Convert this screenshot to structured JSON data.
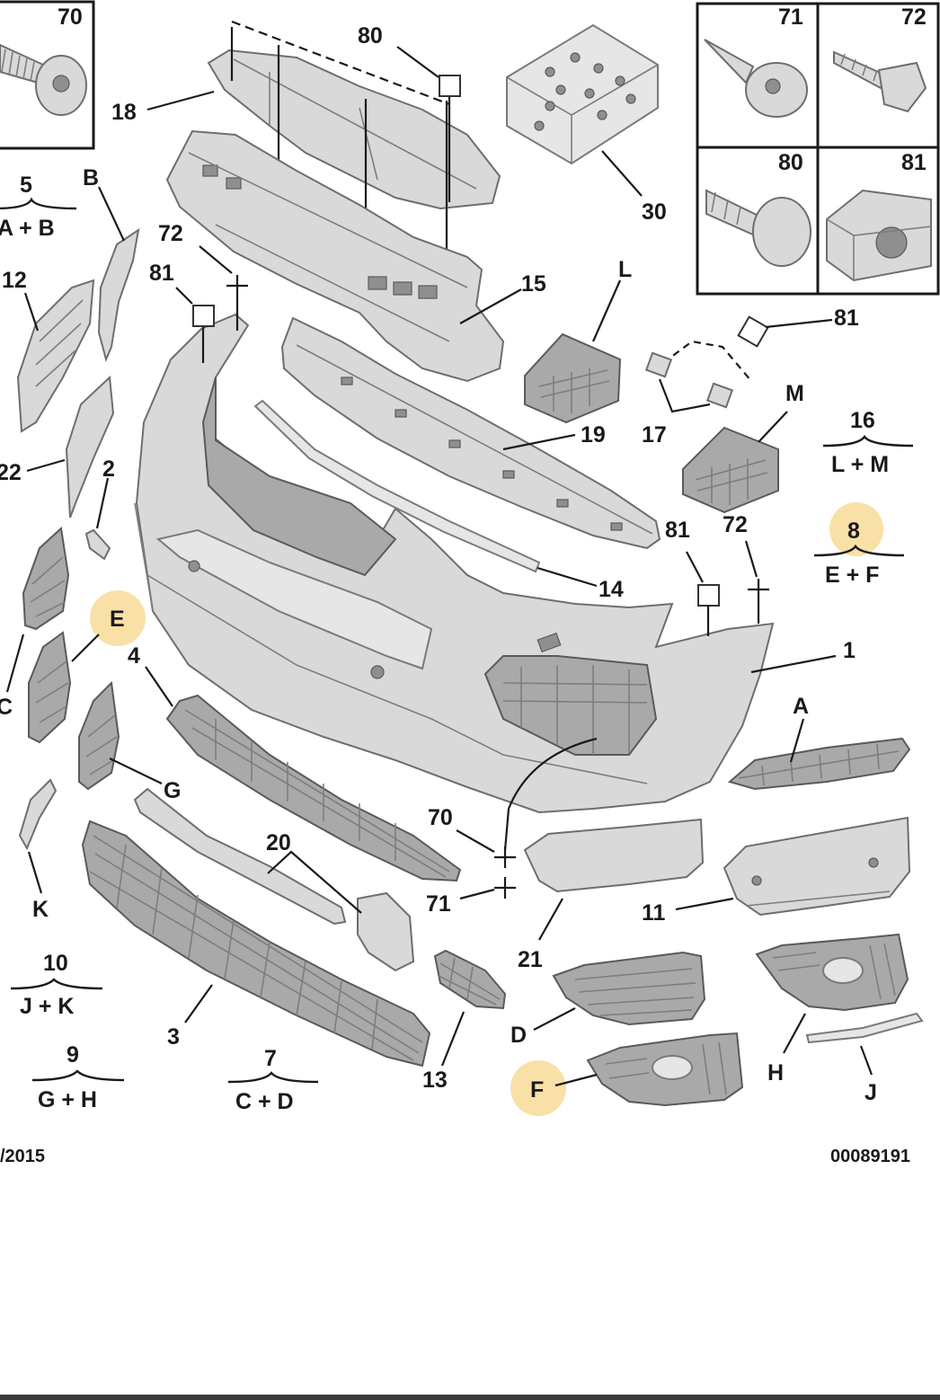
{
  "diagram": {
    "callouts": {
      "n70_box": "70",
      "n71_box": "71",
      "n72_box": "72",
      "n80_box": "80",
      "n81_box": "81",
      "n80_top": "80",
      "n18": "18",
      "n30": "30",
      "nB": "B",
      "n72_left": "72",
      "n81_left": "81",
      "n15": "15",
      "nL": "L",
      "n81_right": "81",
      "n12": "12",
      "n19": "19",
      "n17": "17",
      "nM": "M",
      "n22": "22",
      "n2": "2",
      "n14": "14",
      "n81_mid": "81",
      "n72_mid": "72",
      "nE": "E",
      "n4": "4",
      "n1": "1",
      "nC": "C",
      "nA": "A",
      "nG": "G",
      "n70_mid": "70",
      "n71_mid": "71",
      "n20": "20",
      "n11": "11",
      "nK": "K",
      "n21": "21",
      "nD": "D",
      "n3": "3",
      "n13": "13",
      "nH": "H",
      "nF": "F",
      "nJ": "J"
    },
    "groups": [
      {
        "number": "5",
        "parts": "A + B"
      },
      {
        "number": "16",
        "parts": "L + M"
      },
      {
        "number": "8",
        "parts": "E + F"
      },
      {
        "number": "10",
        "parts": "J + K"
      },
      {
        "number": "9",
        "parts": "G + H"
      },
      {
        "number": "7",
        "parts": "C + D"
      }
    ],
    "footer": {
      "date": "/2015",
      "reference": "00089191"
    },
    "colors": {
      "highlight": "#f7d58a",
      "part_fill": "#d9d9d9",
      "line": "#1a1a1a"
    }
  }
}
